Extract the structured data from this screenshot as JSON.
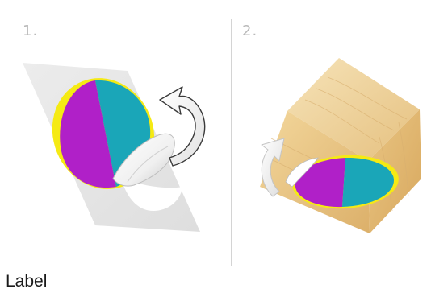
{
  "steps": [
    {
      "number": "1."
    },
    {
      "number": "2."
    }
  ],
  "caption": "Label",
  "colors": {
    "label_magenta": "#b020c8",
    "label_cyan": "#1aa6b8",
    "label_border_yellow": "#f5ea14",
    "backing_sheet": "#e6e6e6",
    "wood_light": "#f2d9a4",
    "wood_mid": "#e7c07c",
    "wood_dark": "#d6a55a",
    "divider": "#d4d4d4",
    "step_number": "#b9b9b9"
  }
}
